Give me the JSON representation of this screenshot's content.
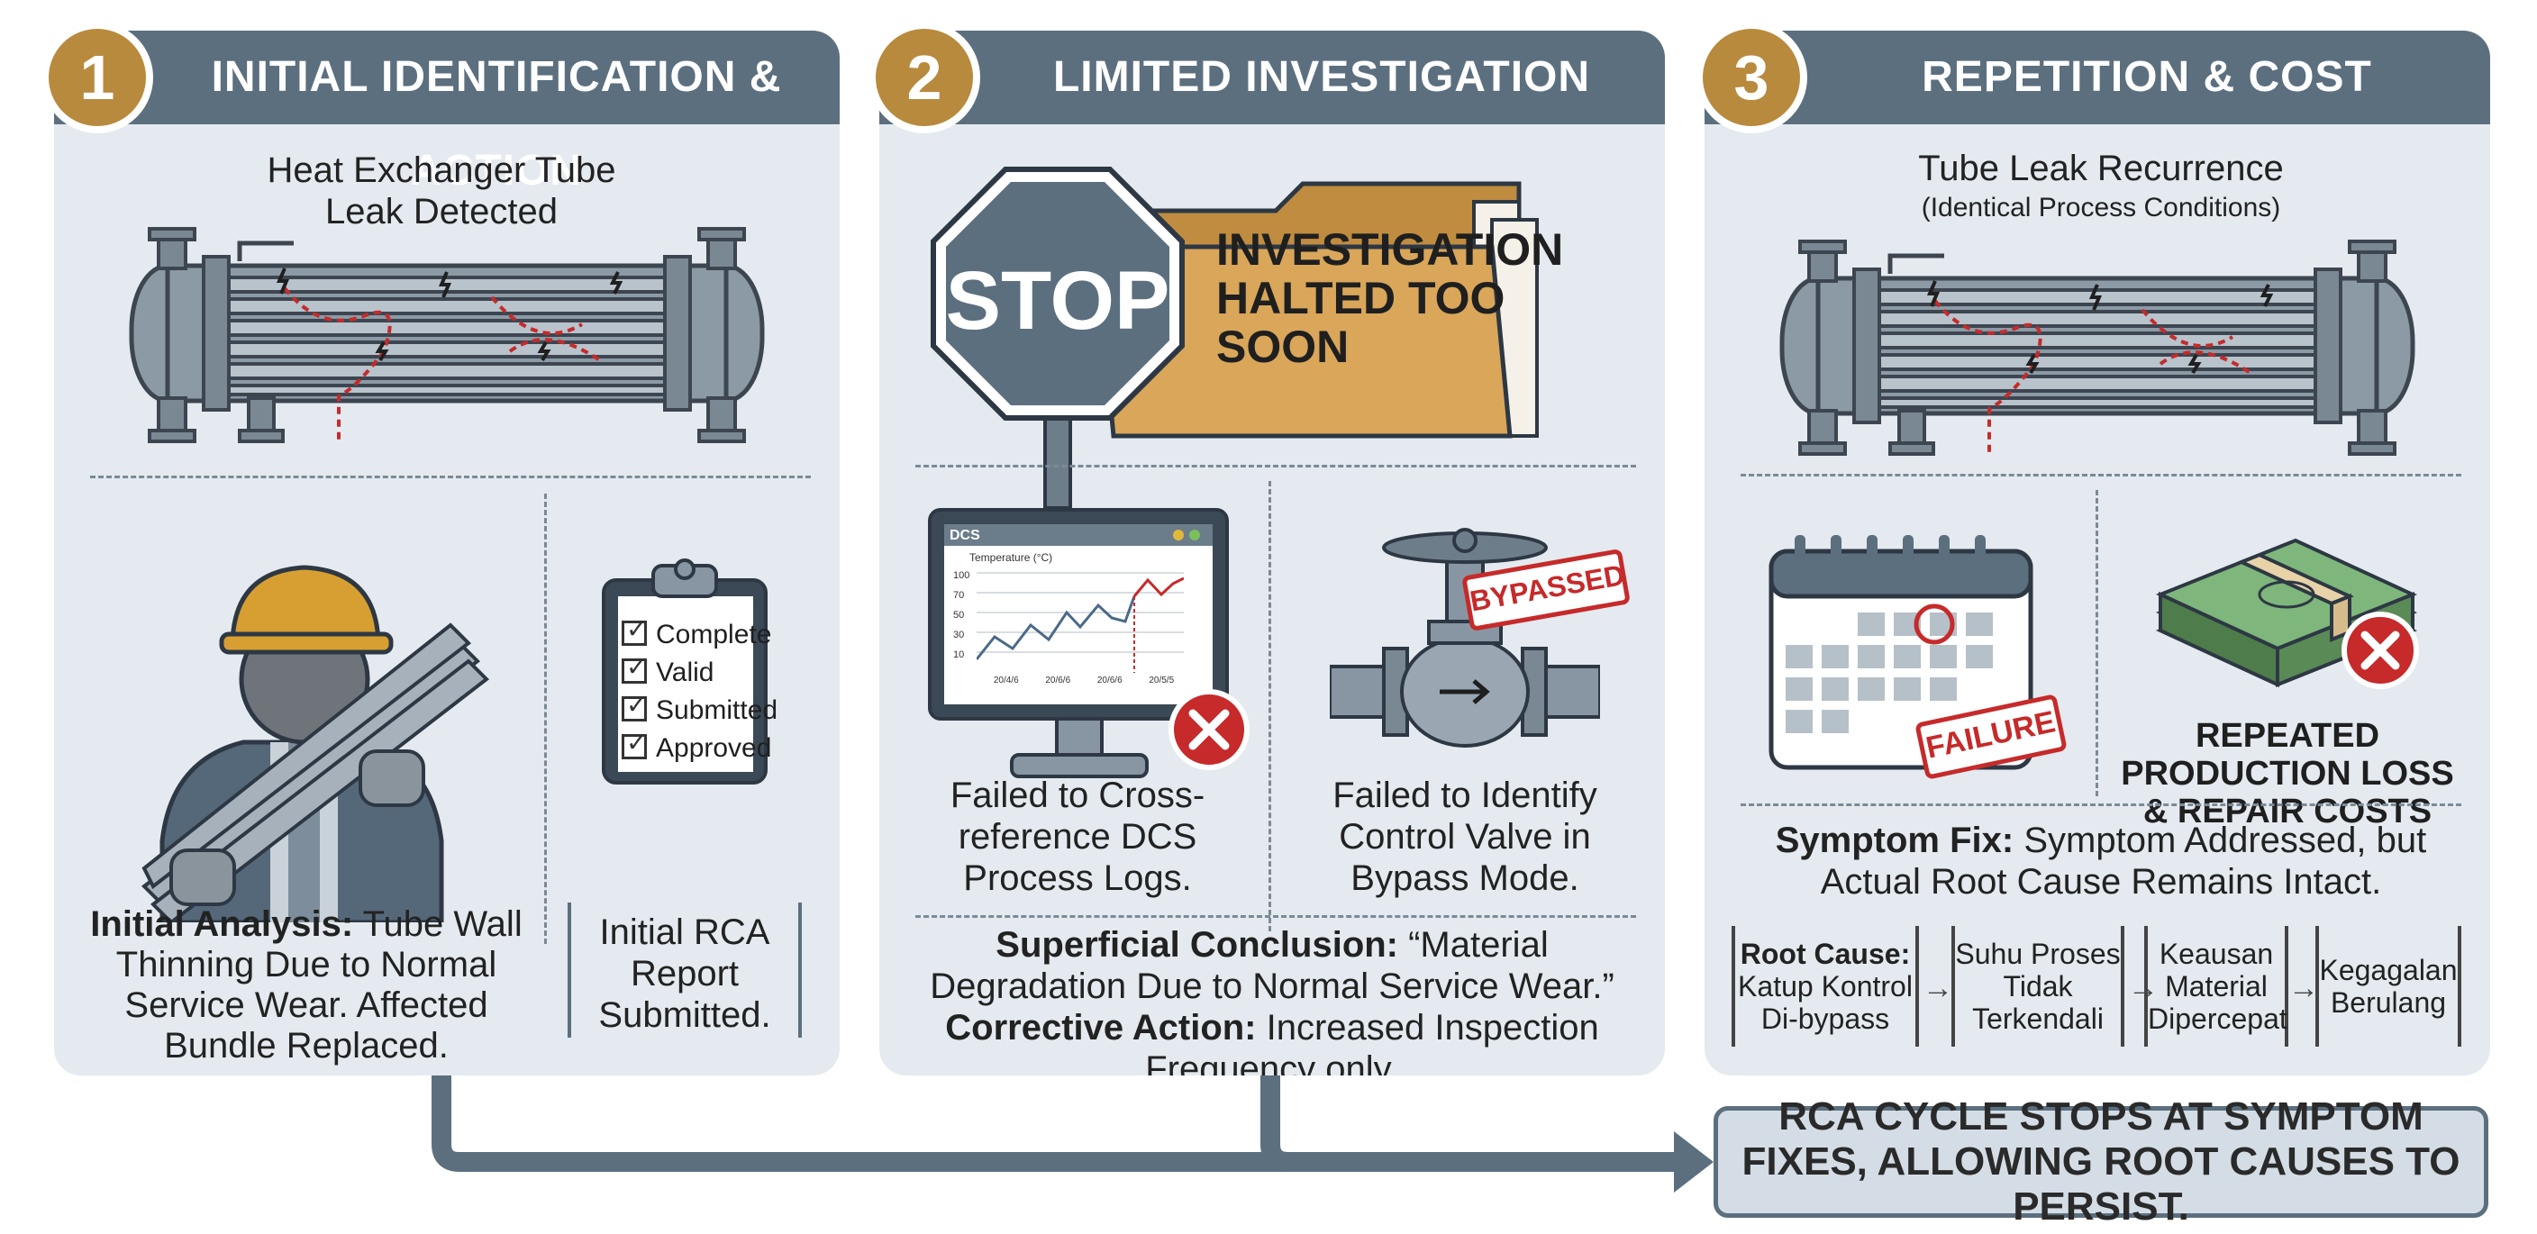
{
  "panels": [
    {
      "number": "1",
      "title": "INITIAL IDENTIFICATION & ACTION",
      "hx_label_line1": "Heat Exchanger Tube",
      "hx_label_line2": "Leak Detected",
      "checklist": [
        "Complete",
        "Valid",
        "Submitted",
        "Approved"
      ],
      "analysis_bold": "Initial Analysis:",
      "analysis_text": " Tube Wall Thinning Due to Normal Service Wear. Affected Bundle Replaced.",
      "report_text": "Initial RCA Report Submitted."
    },
    {
      "number": "2",
      "title": "LIMITED INVESTIGATION",
      "stop_text": "STOP",
      "folder_text": "INVESTIGATION HALTED TOO SOON",
      "dcs_title": "DCS",
      "dcs_axis_label": "Temperature (°C)",
      "dcs_y_ticks": [
        "100",
        "70",
        "50",
        "30",
        "10"
      ],
      "dcs_x_ticks": [
        "20/4/6",
        "20/6/6",
        "20/6/6",
        "20/5/5"
      ],
      "bypassed_stamp": "BYPASSED",
      "fail_dcs": "Failed to Cross-reference DCS Process Logs.",
      "fail_valve": "Failed to Identify Control Valve in Bypass Mode.",
      "conclusion_bold": "Superficial Conclusion:",
      "conclusion_text": " “Material Degradation Due to Normal Service Wear.”",
      "action_bold": " Corrective Action:",
      "action_text": " Increased Inspection Frequency only."
    },
    {
      "number": "3",
      "title": "REPETITION & COST",
      "hx_label": "Tube Leak Recurrence",
      "hx_sublabel": "(Identical Process Conditions)",
      "failure_stamp": "FAILURE",
      "cost_text": "REPEATED PRODUCTION LOSS & REPAIR COSTS",
      "symptom_bold": "Symptom Fix:",
      "symptom_text": " Symptom Addressed, but Actual Root Cause Remains Intact.",
      "chain": [
        {
          "bold": "Root Cause:",
          "text": "Katup Kontrol Di-bypass"
        },
        {
          "bold": "",
          "text": "Suhu Proses Tidak Terkendali"
        },
        {
          "bold": "",
          "text": "Keausan Material Dipercepat"
        },
        {
          "bold": "",
          "text": "Kegagalan Berulang"
        }
      ]
    }
  ],
  "callout": "RCA CYCLE STOPS AT SYMPTOM FIXES, ALLOWING ROOT CAUSES TO PERSIST.",
  "colors": {
    "panel_bg": "#e4eaef",
    "header": "#5c6f7f",
    "badge": "#b88a3d",
    "alert_red": "#c62a2a",
    "folder": "#d9a65a"
  }
}
